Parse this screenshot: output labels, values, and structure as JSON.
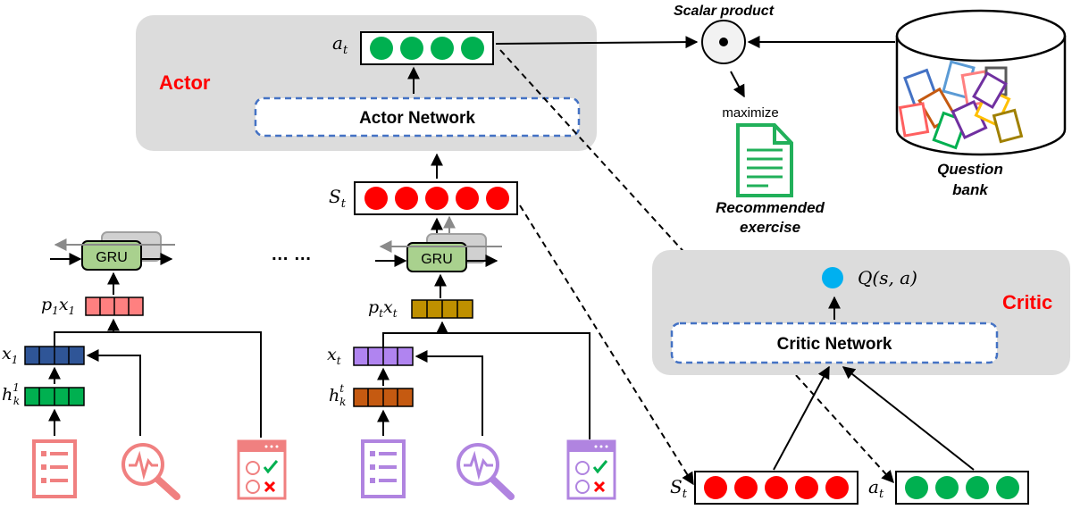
{
  "actor": {
    "title": "Actor",
    "network_label": "Actor Network",
    "output_symbol": "a",
    "output_subscript": "t"
  },
  "critic": {
    "title": "Critic",
    "network_label": "Critic Network",
    "q_label": "Q(s, a)"
  },
  "scalar_product": {
    "title": "Scalar product",
    "symbol": "•"
  },
  "maximize_label": "maximize",
  "recommended": {
    "line1": "Recommended",
    "line2": "exercise"
  },
  "question_bank": {
    "line1": "Question",
    "line2": "bank"
  },
  "state": {
    "symbol": "S",
    "subscript": "t"
  },
  "gru_label": "GRU",
  "ellipsis": "… …",
  "seq1": {
    "p_label_a": "p",
    "p_sub_a": "1",
    "p_label_b": "x",
    "p_sub_b": "1",
    "x_label": "x",
    "x_sub": "1",
    "h_label": "h",
    "h_sub": "k",
    "h_sup": "1"
  },
  "seqt": {
    "p_label_a": "p",
    "p_sub_a": "t",
    "p_label_b": "x",
    "p_sub_b": "t",
    "x_label": "x",
    "x_sub": "t",
    "h_label": "h",
    "h_sub": "k",
    "h_sup": "t"
  },
  "critic_inputs": {
    "s_symbol": "S",
    "s_sub": "t",
    "a_symbol": "a",
    "a_sub": "t"
  },
  "colors": {
    "panel": "#dcdcdc",
    "dashed_border": "#4472c4",
    "actor_red": "#ff0000",
    "green_dot": "#00b050",
    "red_dot": "#ff0000",
    "q_dot": "#00b0f0",
    "gru_fill": "#a9d18e",
    "p1_fill": "#ff8080",
    "x1_fill": "#2f5597",
    "h1_fill": "#00b050",
    "pt_fill": "#bf9000",
    "xt_fill": "#b084f0",
    "ht_fill": "#c55a11",
    "icon_pink": "#f08080",
    "icon_purple": "#b084e0"
  }
}
